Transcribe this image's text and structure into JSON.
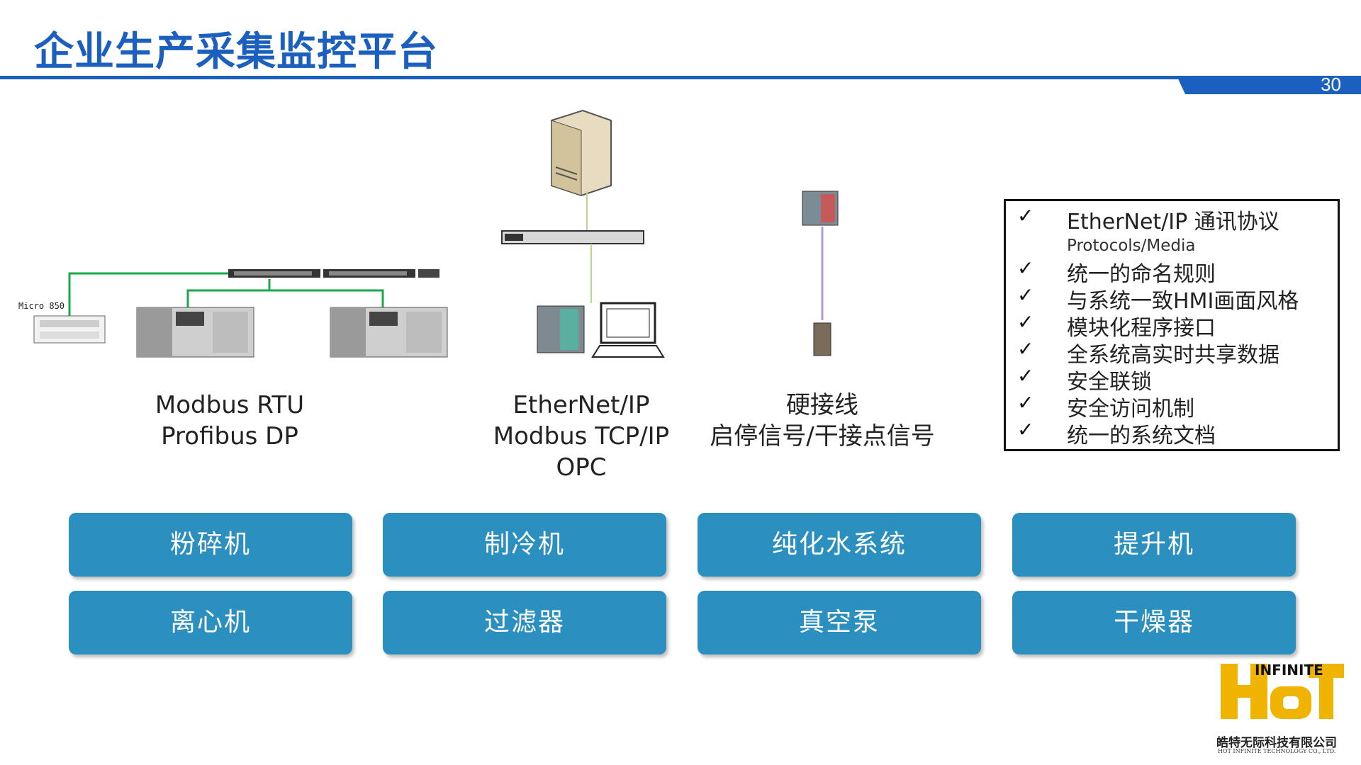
{
  "header": {
    "title": "企业生产采集监控平台",
    "page_number": "30"
  },
  "diagram": {
    "micro_label": "Micro 850",
    "groups": [
      {
        "lines": [
          "Modbus RTU",
          "Profibus DP"
        ]
      },
      {
        "lines": [
          "EtherNet/IP",
          "Modbus TCP/IP",
          "OPC"
        ]
      },
      {
        "lines": [
          "硬接线",
          "启停信号/干接点信号"
        ]
      }
    ]
  },
  "features": {
    "check_glyph": "✓",
    "items": [
      {
        "label": "EtherNet/IP 通讯协议",
        "sub": "Protocols/Media"
      },
      {
        "label": "统一的命名规则"
      },
      {
        "label": "与系统一致HMI画面风格"
      },
      {
        "label": "模块化程序接口"
      },
      {
        "label": "全系统高实时共享数据"
      },
      {
        "label": "安全联锁"
      },
      {
        "label": "安全访问机制"
      },
      {
        "label": "统一的系统文档"
      }
    ]
  },
  "equipment": {
    "row1": [
      "粉碎机",
      "制冷机",
      "纯化水系统",
      "提升机"
    ],
    "row2": [
      "离心机",
      "过滤器",
      "真空泵",
      "干燥器"
    ],
    "color": "#2b8fbf"
  },
  "logo": {
    "mark_text": "INFINITE",
    "cn": "皓特无际科技有限公司",
    "en": "HOT INFINITE TECHNOLOGY CO., LTD."
  },
  "colors": {
    "accent": "#1b5fbf",
    "logo": "#f0b400"
  }
}
